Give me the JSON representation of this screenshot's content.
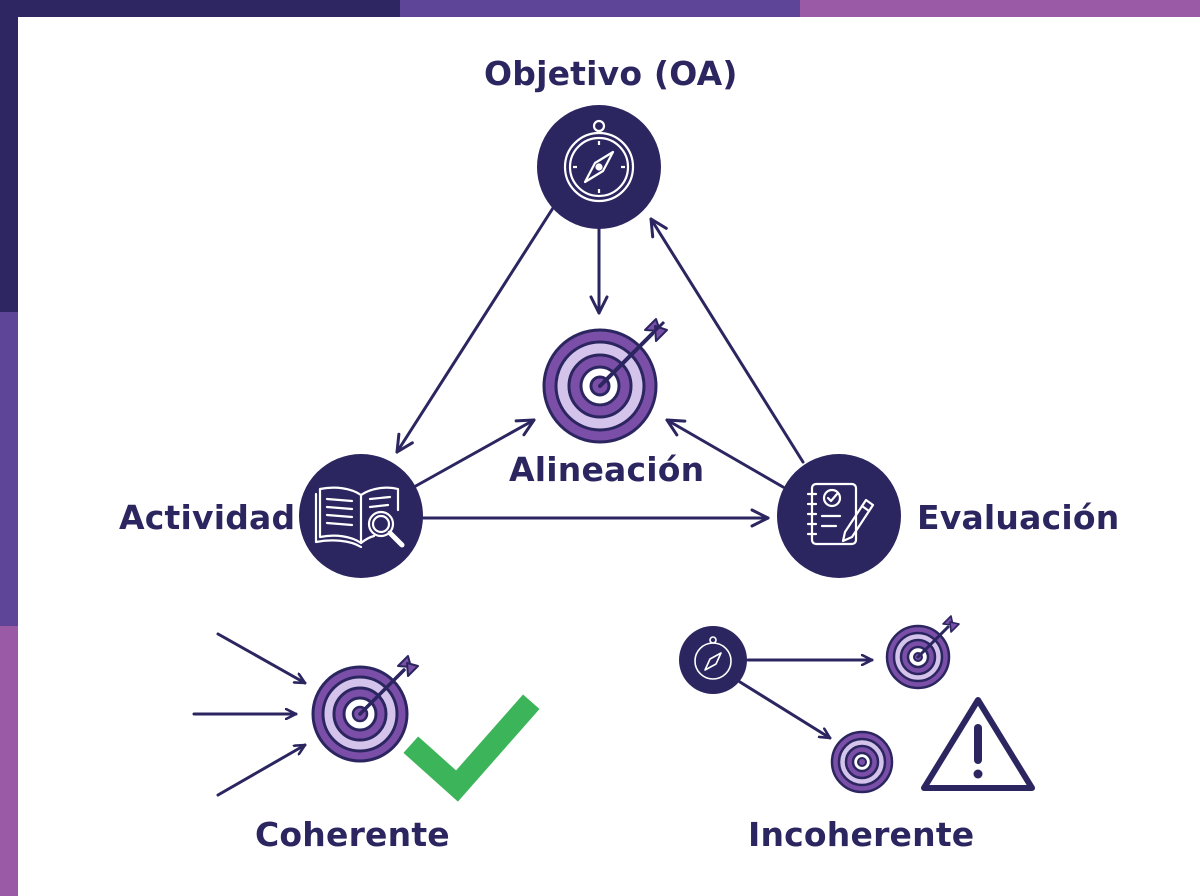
{
  "nodes": {
    "objetivo": {
      "label": "Objetivo (OA)",
      "icon": "compass-icon"
    },
    "alineacion": {
      "label": "Alineación",
      "icon": "target-icon"
    },
    "actividad": {
      "label": "Actividad",
      "icon": "book-magnifier-icon"
    },
    "evaluacion": {
      "label": "Evaluación",
      "icon": "notebook-pencil-icon"
    }
  },
  "examples": {
    "coherente": {
      "label": "Coherente",
      "icon": "checkmark-icon"
    },
    "incoherente": {
      "label": "Incoherente",
      "icon": "warning-icon"
    }
  },
  "colors": {
    "navy": "#2b2660",
    "purple": "#7b4fa8",
    "light_purple": "#d4c3ea",
    "green": "#3cb45a",
    "frame_top": [
      "#2e2563",
      "#5a4595",
      "#9a5aa6"
    ],
    "frame_left": [
      "#2e2563",
      "#5a4595",
      "#9a5aa6"
    ]
  }
}
